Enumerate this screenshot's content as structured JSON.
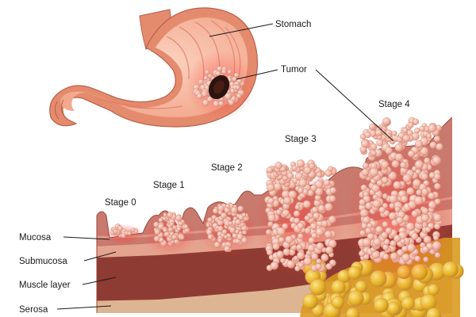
{
  "labels": {
    "stomach": "Stomach",
    "tumor": "Tumor",
    "stage0": "Stage 0",
    "stage1": "Stage 1",
    "stage2": "Stage 2",
    "stage3": "Stage 3",
    "stage4": "Stage 4",
    "mucosa": "Mucosa",
    "submucosa": "Submucosa",
    "muscle": "Muscle layer",
    "serosa": "Serosa"
  },
  "colors": {
    "stomach_outer": "#e58b6d",
    "stomach_inner": "#f7c3ac",
    "stomach_fold": "#e07a67",
    "tumor_dark": "#2a1410",
    "tumor_cell": "#f4b7a6",
    "mucosa": "#c87a6e",
    "submucosa": "#e4a38f",
    "muscle": "#8e3b33",
    "serosa": "#deb592",
    "fat": "#e7b327",
    "glow": "#ff5a5a"
  }
}
